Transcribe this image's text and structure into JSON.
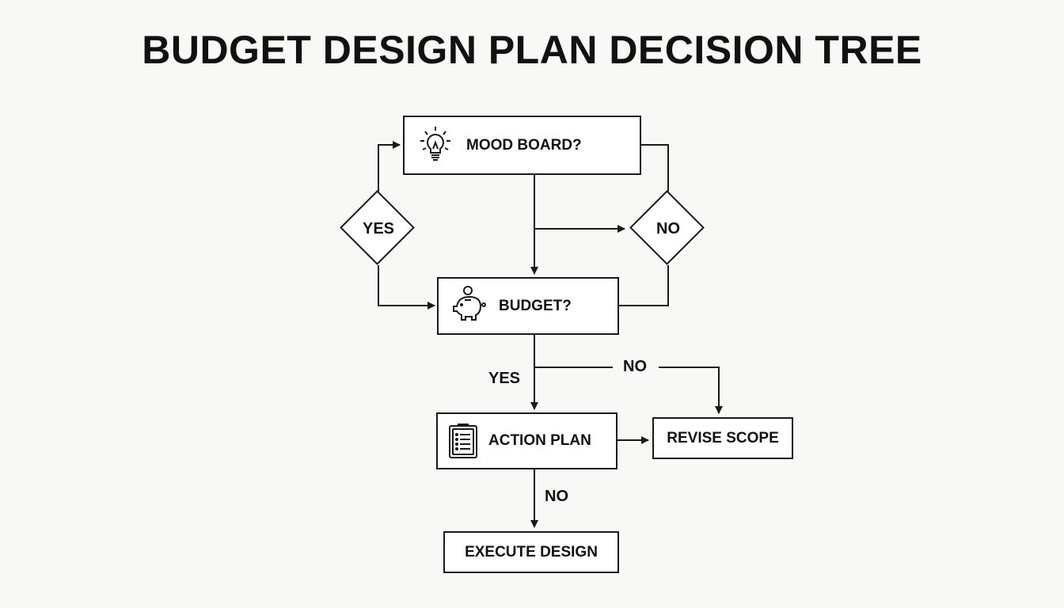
{
  "title": "BUDGET DESIGN PLAN DECISION TREE",
  "nodes": {
    "mood_board": {
      "label": "MOOD BOARD?",
      "icon": "lightbulb-icon"
    },
    "budget": {
      "label": "BUDGET?",
      "icon": "piggy-bank-icon"
    },
    "action_plan": {
      "label": "ACTION PLAN",
      "icon": "clipboard-icon"
    },
    "revise_scope": {
      "label": "REVISE SCOPE"
    },
    "execute_design": {
      "label": "EXECUTE DESIGN"
    }
  },
  "decisions": {
    "yes": {
      "label": "YES"
    },
    "no": {
      "label": "NO"
    }
  },
  "edge_labels": {
    "budget_yes": "YES",
    "budget_no": "NO",
    "action_no": "NO"
  },
  "colors": {
    "stroke": "#1a1a1a",
    "background": "#f8f8f7"
  }
}
